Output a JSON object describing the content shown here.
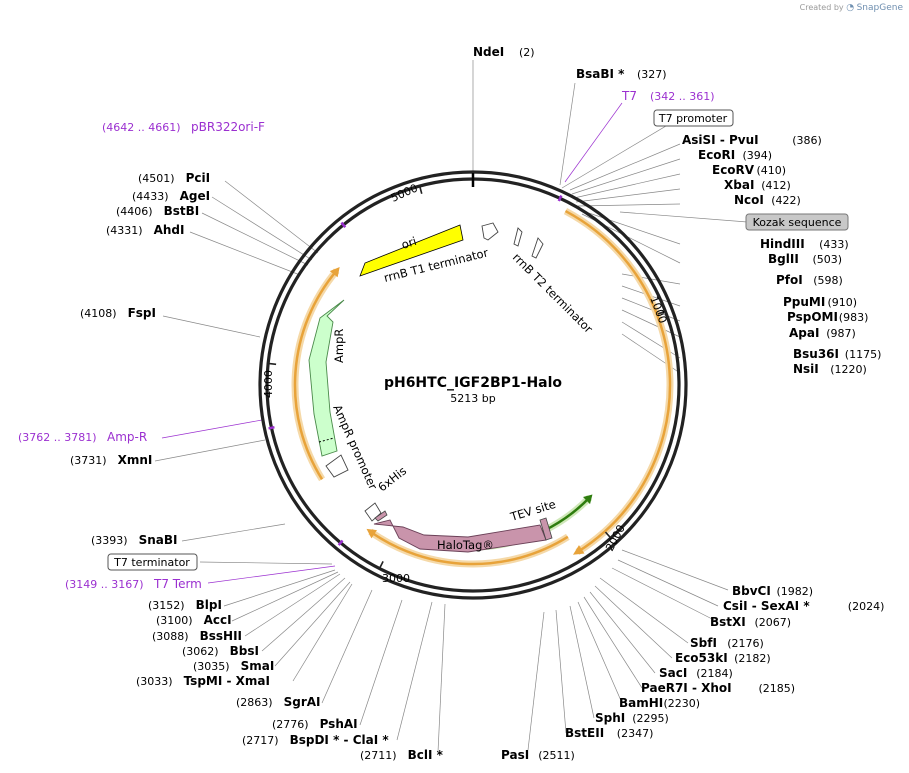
{
  "credit": {
    "prefix": "Created by",
    "brand": "SnapGene"
  },
  "plasmid": {
    "name": "pH6HTC_IGF2BP1-Halo",
    "length": "5213 bp"
  },
  "ticks": [
    "1000",
    "2000",
    "3000",
    "4000",
    "5000"
  ],
  "enzymes_top": [
    {
      "name": "NdeI",
      "pos": "(2)"
    },
    {
      "name": "BsaBI *",
      "pos": "(327)"
    }
  ],
  "enzymes_right": [
    {
      "name": "AsiSI  -  PvuI",
      "pos": "(386)"
    },
    {
      "name": "EcoRI",
      "pos": "(394)"
    },
    {
      "name": "EcoRV",
      "pos": "(410)"
    },
    {
      "name": "XbaI",
      "pos": "(412)"
    },
    {
      "name": "NcoI",
      "pos": "(422)"
    },
    {
      "name": "HindIII",
      "pos": "(433)"
    },
    {
      "name": "BglII",
      "pos": "(503)"
    },
    {
      "name": "PfoI",
      "pos": "(598)"
    },
    {
      "name": "PpuMI",
      "pos": "(910)"
    },
    {
      "name": "PspOMI",
      "pos": "(983)"
    },
    {
      "name": "ApaI",
      "pos": "(987)"
    },
    {
      "name": "Bsu36I",
      "pos": "(1175)"
    },
    {
      "name": "NsiI",
      "pos": "(1220)"
    },
    {
      "name": "BbvCI",
      "pos": "(1982)"
    },
    {
      "name": "CsiI  -  SexAI *",
      "pos": "(2024)"
    },
    {
      "name": "BstXI",
      "pos": "(2067)"
    },
    {
      "name": "SbfI",
      "pos": "(2176)"
    },
    {
      "name": "Eco53kI",
      "pos": "(2182)"
    },
    {
      "name": "SacI",
      "pos": "(2184)"
    },
    {
      "name": "PaeR7I  -  XhoI",
      "pos": "(2185)"
    },
    {
      "name": "BamHI",
      "pos": "(2230)"
    },
    {
      "name": "SphI",
      "pos": "(2295)"
    },
    {
      "name": "BstEII",
      "pos": "(2347)"
    },
    {
      "name": "PasI",
      "pos": "(2511)"
    }
  ],
  "enzymes_left": [
    {
      "name": "PciI",
      "pos": "(4501)"
    },
    {
      "name": "AgeI",
      "pos": "(4433)"
    },
    {
      "name": "BstBI",
      "pos": "(4406)"
    },
    {
      "name": "AhdI",
      "pos": "(4331)"
    },
    {
      "name": "FspI",
      "pos": "(4108)"
    },
    {
      "name": "XmnI",
      "pos": "(3731)"
    },
    {
      "name": "SnaBI",
      "pos": "(3393)"
    },
    {
      "name": "BlpI",
      "pos": "(3152)"
    },
    {
      "name": "AccI",
      "pos": "(3100)"
    },
    {
      "name": "BssHII",
      "pos": "(3088)"
    },
    {
      "name": "BbsI",
      "pos": "(3062)"
    },
    {
      "name": "SmaI",
      "pos": "(3035)"
    },
    {
      "name": "TspMI  -  XmaI",
      "pos": "(3033)"
    },
    {
      "name": "SgrAI",
      "pos": "(2863)"
    },
    {
      "name": "PshAI",
      "pos": "(2776)"
    },
    {
      "name": "BspDI *  -  ClaI *",
      "pos": "(2717)"
    },
    {
      "name": "BclI *",
      "pos": "(2711)"
    }
  ],
  "features_purple": [
    {
      "name": "T7",
      "pos": "(342 .. 361)"
    },
    {
      "name": "pBR322ori-F",
      "pos": "(4642 .. 4661)"
    },
    {
      "name": "Amp-R",
      "pos": "(3762 .. 3781)"
    },
    {
      "name": "T7 Term",
      "pos": "(3149 .. 3167)"
    }
  ],
  "boxed_labels": [
    "T7 promoter",
    "Kozak sequence",
    "T7 terminator"
  ],
  "arc_labels": [
    "ori",
    "rrnB T1 terminator",
    "rrnB T2 terminator",
    "AmpR",
    "AmpR promoter",
    "6xHis",
    "TEV site",
    "HaloTag®"
  ],
  "colors": {
    "ori": "#ffff00",
    "ampr": "#ccffcc",
    "halotag": "#c994ab",
    "orange_arc": "#e8a33a",
    "green_arc": "#2e7d0e",
    "purple": "#9b30d0",
    "backbone": "#222222"
  }
}
